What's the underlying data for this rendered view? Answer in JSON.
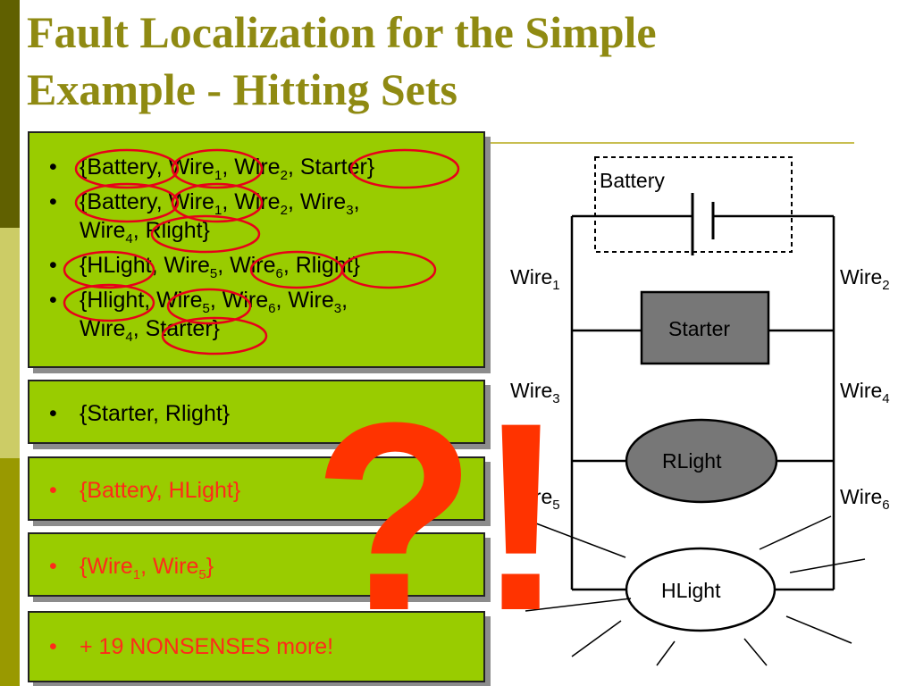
{
  "slide": {
    "title_line1": "Fault Localization for the Simple",
    "title_line2": "Example - Hitting Sets",
    "exclaim": "?!",
    "colors": {
      "title": "#8f8a12",
      "box": "#99cc00",
      "red": "#ff2a1a",
      "exclaim": "#ff3300"
    }
  },
  "conflicts": [
    {
      "pre": "{Battery, Wire",
      "s1": "1",
      "mid": ", Wire",
      "s2": "2",
      "post": ", Starter}"
    },
    {
      "pre": "{Battery, Wire",
      "s1": "1",
      "mid": ", Wire",
      "s2": "2",
      "mid2": ", Wire",
      "s3": "3",
      "cont": ",",
      "line2a": "Wire",
      "s4": "4",
      "line2b": ", Rlight}"
    },
    {
      "pre": "{HLight, Wire",
      "s1": "5",
      "mid": ", Wire",
      "s2": "6",
      "post": ", Rlight}"
    },
    {
      "pre": "{Hlight, Wire",
      "s1": "5",
      "mid": ", Wire",
      "s2": "6",
      "mid2": ", Wire",
      "s3": "3",
      "cont": ",",
      "line2a": "Wire",
      "s4": "4",
      "line2b": ", Starter}"
    }
  ],
  "hitting_sets": [
    {
      "text": "{Starter, Rlight}"
    },
    {
      "text": "{Battery, HLight}"
    },
    {
      "pre": "{Wire",
      "s1": "1",
      "mid": ", Wire",
      "s2": "5",
      "post": "}"
    },
    {
      "text": "+ 19 NONSENSES more!"
    }
  ],
  "bullet": "•",
  "circuit": {
    "battery": "Battery",
    "starter": "Starter",
    "rlight": "RLight",
    "hlight": "HLight",
    "wire_label": "Wire",
    "wires": [
      "1",
      "2",
      "3",
      "4",
      "5",
      "6"
    ],
    "colors": {
      "starter_fill": "#777777",
      "rlight_fill": "#777777",
      "hlight_fill": "#ffffff",
      "line": "#000000"
    }
  }
}
